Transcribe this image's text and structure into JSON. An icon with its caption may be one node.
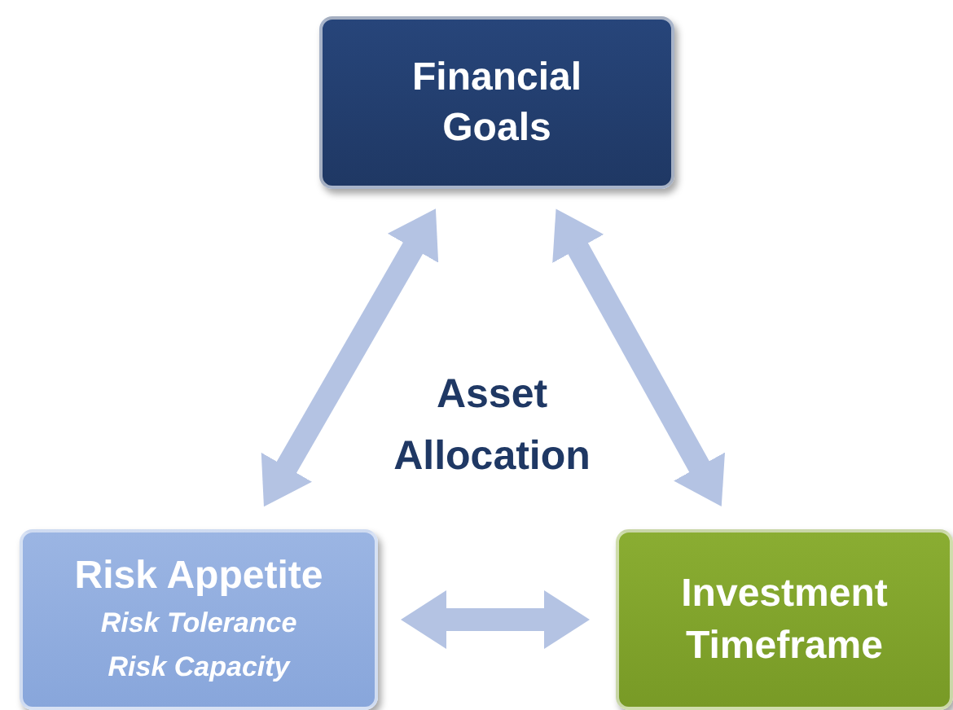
{
  "diagram": {
    "nodes": [
      {
        "text": [
          "Financial Goals"
        ]
      },
      {
        "text": [
          "Risk Appetite",
          "Risk Tolerance",
          "Risk Capacity"
        ]
      },
      {
        "text": [
          "Investment Timeframe"
        ]
      }
    ],
    "edges": [
      {
        "from": 0,
        "to": 1,
        "arrow": "both"
      },
      {
        "from": 0,
        "to": 2,
        "arrow": "both"
      },
      {
        "from": 1,
        "to": 2,
        "arrow": "both"
      }
    ],
    "labels": [
      "Asset Allocation"
    ]
  }
}
